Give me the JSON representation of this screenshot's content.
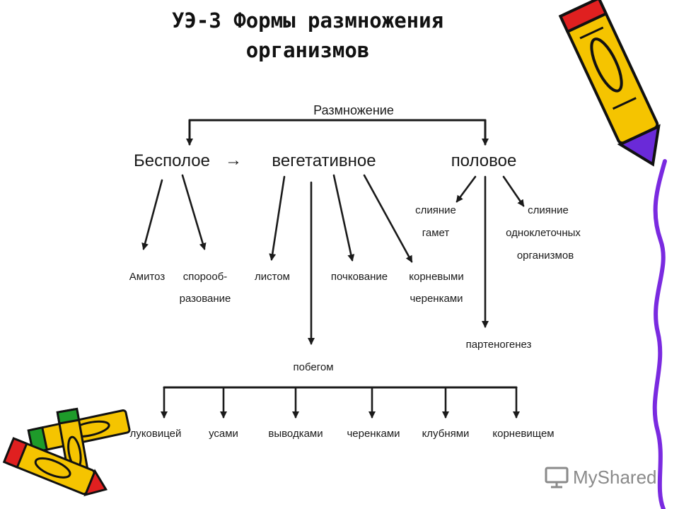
{
  "slide": {
    "title_line1": "УЭ-3 Формы размножения",
    "title_line2": "организмов"
  },
  "diagram": {
    "root": "Размножение",
    "asexual": "Бесполое",
    "arrow_glyph": "→",
    "vegetative": "вегетативное",
    "sexual": "половое",
    "asexual_children": [
      "Амитоз",
      "спорооб-",
      "разование"
    ],
    "vegetative_children": [
      "листом",
      "почкование",
      "корневыми",
      "черенками"
    ],
    "shoot": "побегом",
    "shoot_children": [
      "луковицей",
      "усами",
      "выводками",
      "черенками",
      "клубнями",
      "корневищем"
    ],
    "sexual_children": [
      "слияние",
      "гамет",
      "слияние",
      "одноклеточных",
      "организмов",
      "партеногенез"
    ]
  },
  "watermark": {
    "text": "MyShared",
    "icon": "presentation-icon",
    "color": "#8a8a8a"
  },
  "decor": {
    "pencil_icon": "pencil-icon",
    "pencil_yellow": "#f5c400",
    "pencil_purple": "#6a2ad8",
    "pencil_red": "#e02020",
    "pencil_green": "#1e9b2a",
    "border_purple": "#7a2ae0"
  }
}
